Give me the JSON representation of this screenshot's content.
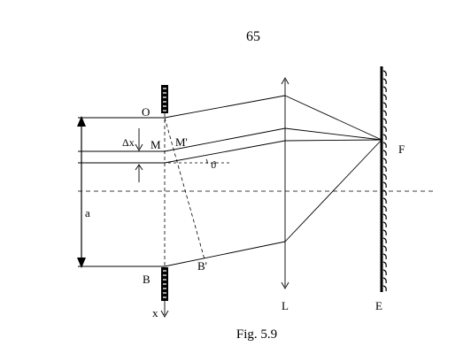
{
  "page_number": "65",
  "caption": "Fig. 5.9",
  "labels": {
    "point_O": "O",
    "point_M": "M",
    "point_M_prime": "M'",
    "point_B": "B",
    "point_B_prime": "B'",
    "delta_x": "Δx",
    "angle": "ϑ",
    "aperture": "a",
    "axis_x": "x",
    "lens": "L",
    "screen": "E",
    "focus": "F"
  },
  "colors": {
    "ink": "#000000",
    "background": "#ffffff"
  }
}
